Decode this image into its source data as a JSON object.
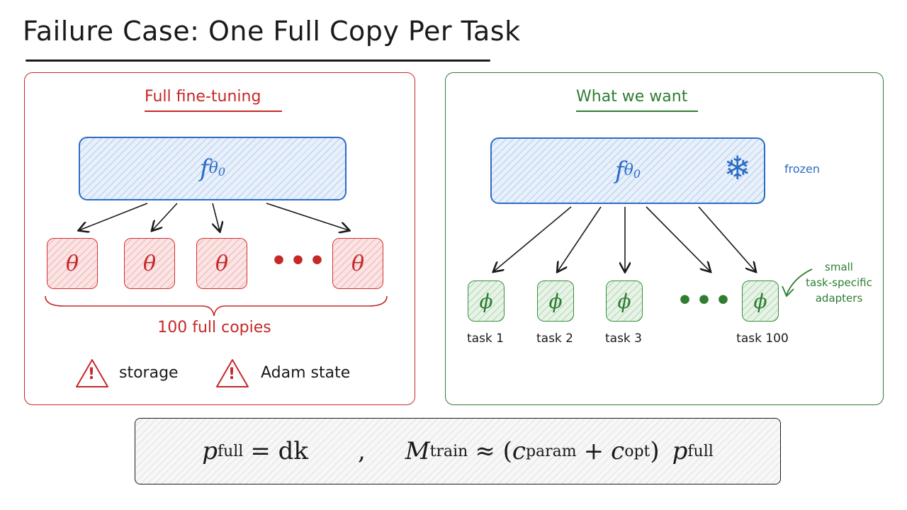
{
  "title": "Failure Case: One Full Copy Per Task",
  "left_panel": {
    "title": "Full fine-tuning",
    "model_label": "f",
    "model_subscript": "θ",
    "model_subsub": "0",
    "copy_symbol": "θ",
    "ellipsis": "•••",
    "copies_label": "100 full copies",
    "warnings": [
      "storage",
      "Adam state"
    ],
    "warning_glyph": "!"
  },
  "right_panel": {
    "title": "What we want",
    "model_label": "f",
    "model_subscript": "θ",
    "model_subsub": "0",
    "frozen_label": "frozen",
    "frozen_icon": "snowflake-icon",
    "adapter_symbol": "ϕ",
    "ellipsis": "•••",
    "tasks": [
      "task 1",
      "task 2",
      "task 3",
      "task 100"
    ],
    "adapter_note": [
      "small",
      "task-specific",
      "adapters"
    ]
  },
  "formula": {
    "p": "p",
    "p_sub": "full",
    "eq1": "= dk",
    "sep": ",",
    "m": "M",
    "m_sub": "train",
    "approx": "≈ (",
    "c1": "c",
    "c1_sub": "param",
    "plus": "+",
    "c2": "c",
    "c2_sub": "opt",
    "close": ")",
    "p2": "p",
    "p2_sub": "full"
  },
  "colors": {
    "red": "#c62828",
    "green": "#2e7d32",
    "blue": "#2b6cc4",
    "ink": "#1a1a1a"
  }
}
